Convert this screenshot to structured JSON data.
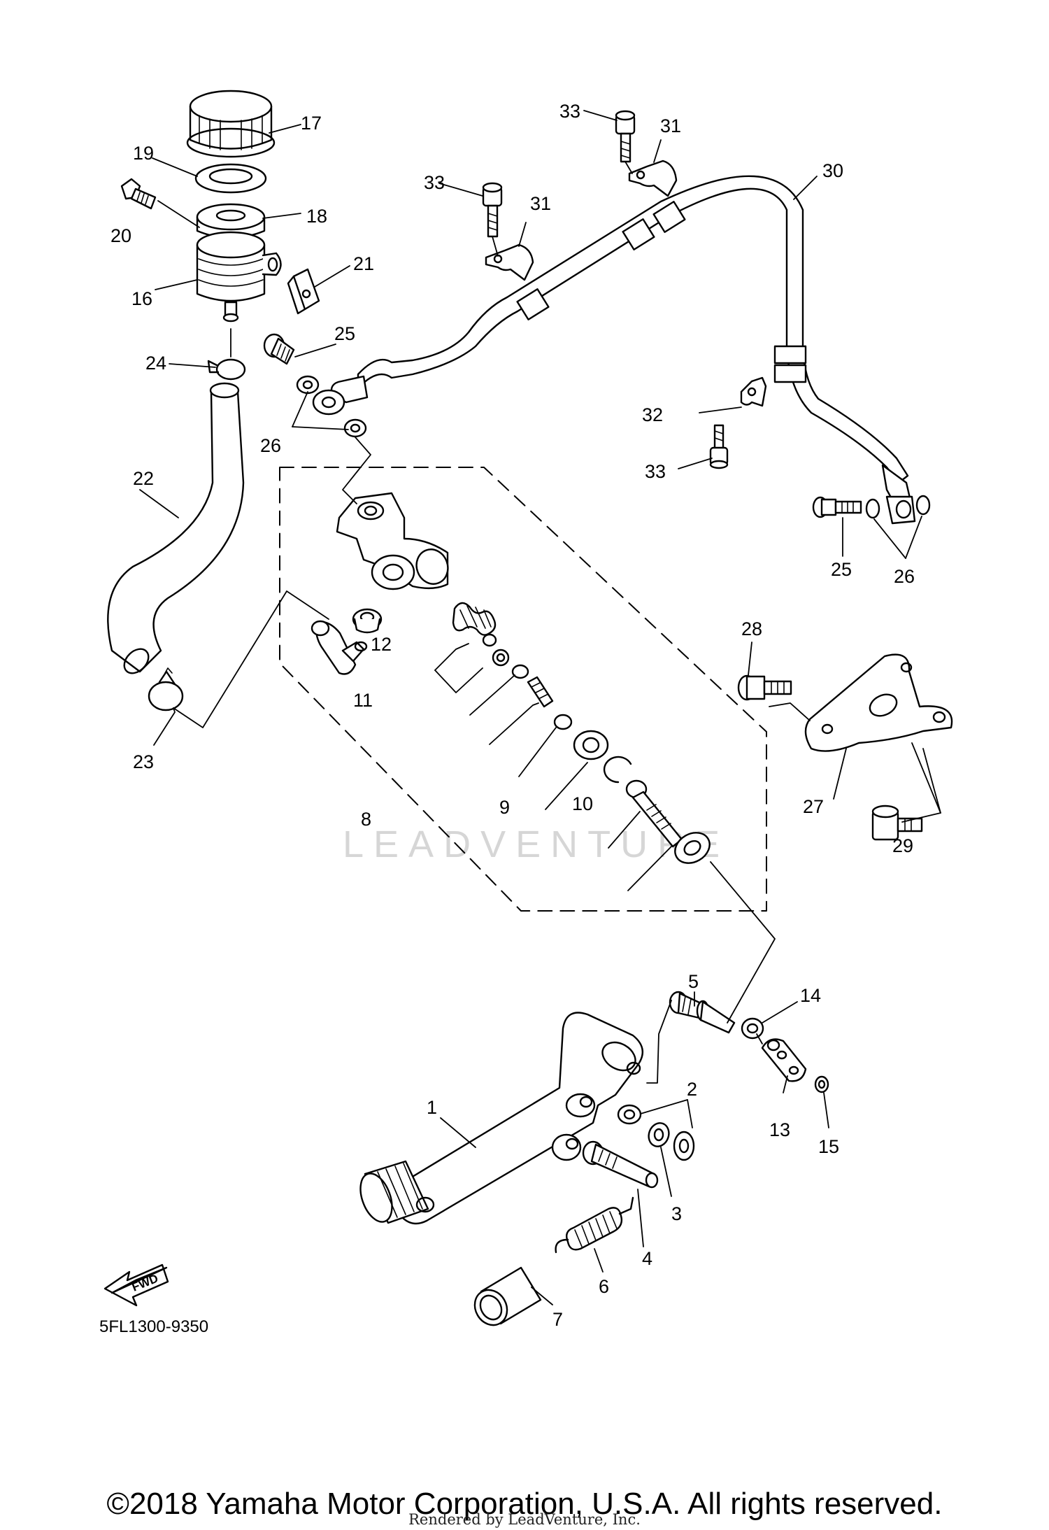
{
  "diagram": {
    "part_code": "5FL1300-9350",
    "watermark": "LEADVENTURE",
    "fwd_label": "FWD",
    "callouts": {
      "p1": "1",
      "p2": "2",
      "p3": "3",
      "p4": "4",
      "p5": "5",
      "p6": "6",
      "p7": "7",
      "p8": "8",
      "p9": "9",
      "p10": "10",
      "p11": "11",
      "p12": "12",
      "p13": "13",
      "p14": "14",
      "p15": "15",
      "p16": "16",
      "p17": "17",
      "p18": "18",
      "p19": "19",
      "p20": "20",
      "p21": "21",
      "p22": "22",
      "p23": "23",
      "p24": "24",
      "p25a": "25",
      "p25b": "25",
      "p26a": "26",
      "p26b": "26",
      "p27": "27",
      "p28": "28",
      "p29": "29",
      "p30": "30",
      "p31a": "31",
      "p31b": "31",
      "p32": "32",
      "p33a": "33",
      "p33b": "33",
      "p33c": "33"
    }
  },
  "footer": {
    "copyright": "©2018 Yamaha Motor Corporation, U.S.A. All rights reserved.",
    "rendered_by": "Rendered by LeadVenture, Inc."
  }
}
